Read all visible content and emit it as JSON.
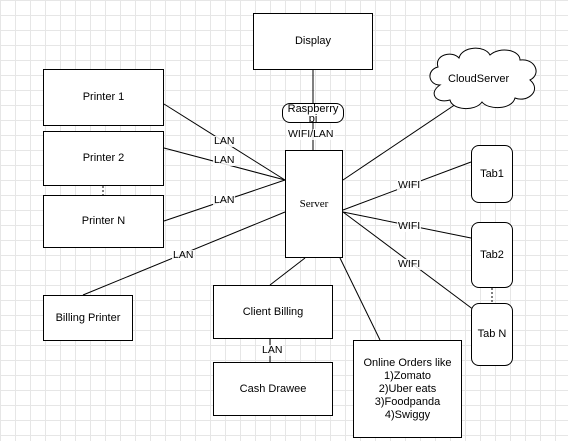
{
  "nodes": {
    "display": "Display",
    "raspberry": "Raspberry\npi",
    "cloud": "CloudServer",
    "printer1": "Printer 1",
    "printer2": "Printer 2",
    "printerN": "Printer N",
    "server": "Server",
    "tab1": "Tab1",
    "tab2": "Tab2",
    "tabN": "Tab N",
    "billing_printer": "Billing Printer",
    "client_billing": "Client Billing",
    "cash_drawee": "Cash Drawee",
    "online_orders": "Online Orders like\n1)Zomato\n2)Uber eats\n3)Foodpanda\n4)Swiggy"
  },
  "edge_labels": {
    "wifi_lan": "WIFI/LAN",
    "lan_p1": "LAN",
    "lan_p2": "LAN",
    "lan_pn": "LAN",
    "lan_billing": "LAN",
    "lan_cash": "LAN",
    "wifi_tab1": "WIFI",
    "wifi_tab2": "WIFI",
    "wifi_tabn": "WIFI"
  }
}
